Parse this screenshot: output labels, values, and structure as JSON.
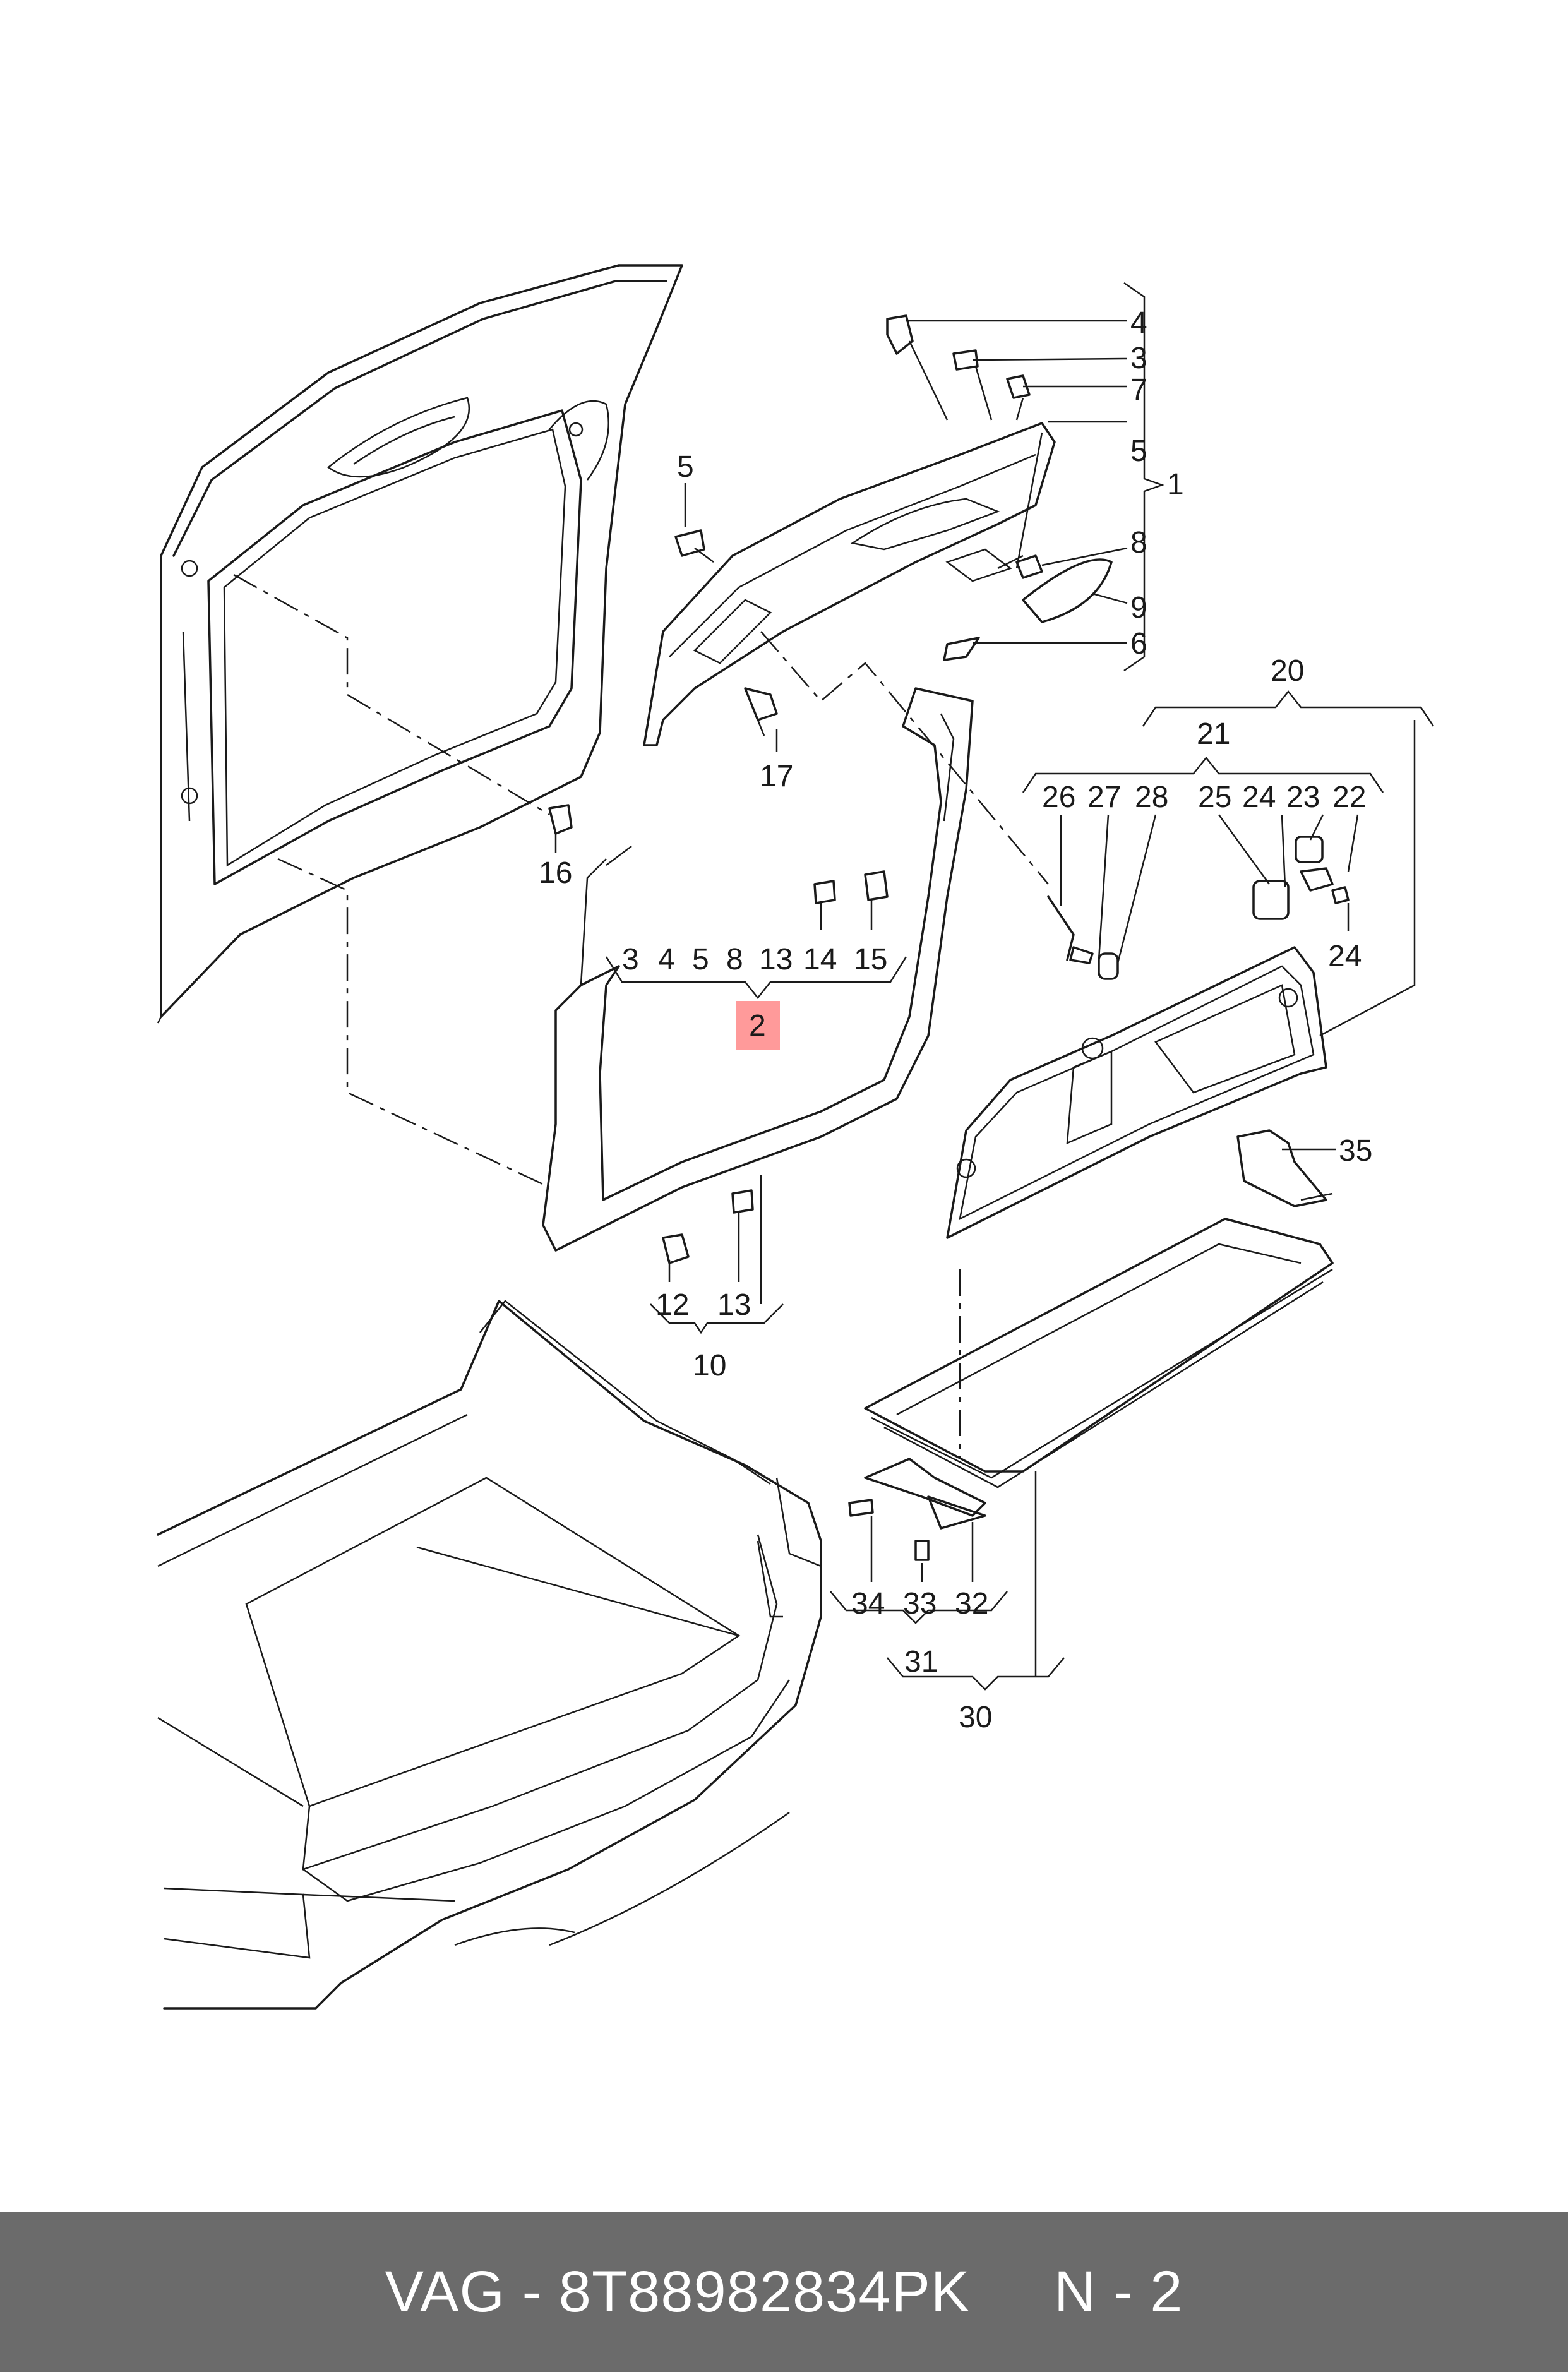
{
  "callouts": {
    "c1": "1",
    "c4a": "4",
    "c3a": "3",
    "c7a": "7",
    "c5a": "5",
    "c8a": "8",
    "c9a": "9",
    "c6a": "6",
    "c5b": "5",
    "c17": "17",
    "c16": "16",
    "c2_3": "3",
    "c2_4": "4",
    "c2_5": "5",
    "c2_8": "8",
    "c2_13": "13",
    "c2_14": "14",
    "c2_15": "15",
    "c2": "2",
    "c12": "12",
    "c13b": "13",
    "c10": "10",
    "c20": "20",
    "c21": "21",
    "c26": "26",
    "c27": "27",
    "c28": "28",
    "c25": "25",
    "c24a": "24",
    "c23": "23",
    "c22": "22",
    "c24b": "24",
    "c35": "35",
    "c34": "34",
    "c33": "33",
    "c32": "32",
    "c31": "31",
    "c30": "30"
  },
  "footer": {
    "text": "VAG - 8T88982834PK     N - 2"
  },
  "colors": {
    "highlight": "#ff9a9a",
    "footer_bg": "#6b6b6b",
    "footer_text": "#ffffff"
  }
}
